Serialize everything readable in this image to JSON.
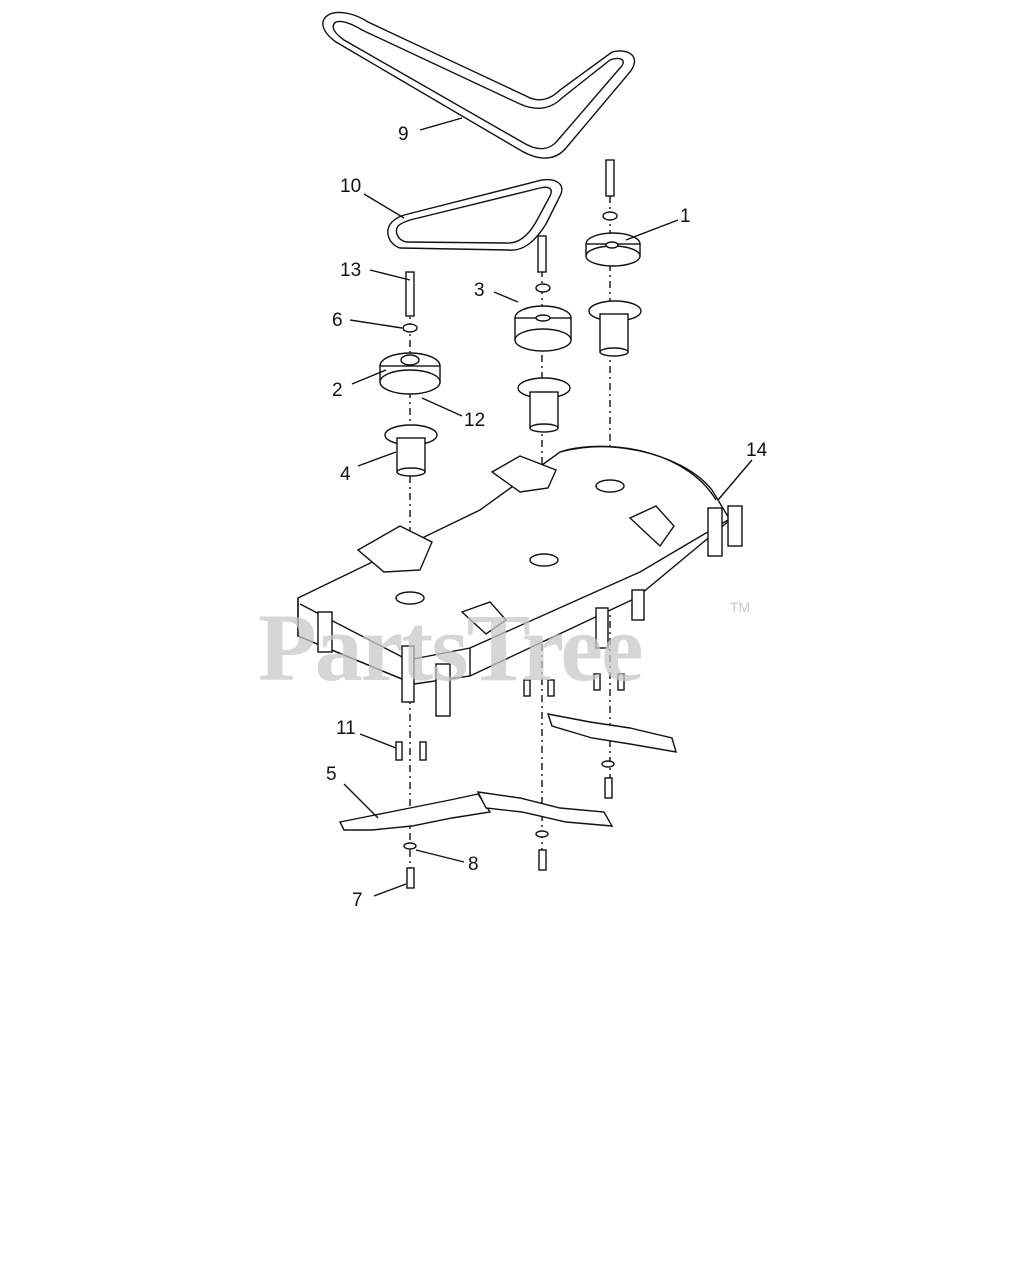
{
  "callouts": [
    {
      "id": "c1",
      "text": "1"
    },
    {
      "id": "c2",
      "text": "2"
    },
    {
      "id": "c3",
      "text": "3"
    },
    {
      "id": "c4",
      "text": "4"
    },
    {
      "id": "c5",
      "text": "5"
    },
    {
      "id": "c6",
      "text": "6"
    },
    {
      "id": "c7",
      "text": "7"
    },
    {
      "id": "c8",
      "text": "8"
    },
    {
      "id": "c9",
      "text": "9"
    },
    {
      "id": "c10",
      "text": "10"
    },
    {
      "id": "c11",
      "text": "11"
    },
    {
      "id": "c12",
      "text": "12"
    },
    {
      "id": "c13",
      "text": "13"
    },
    {
      "id": "c14",
      "text": "14"
    }
  ],
  "watermark": {
    "text": "PartsTree",
    "trademark": "TM"
  }
}
